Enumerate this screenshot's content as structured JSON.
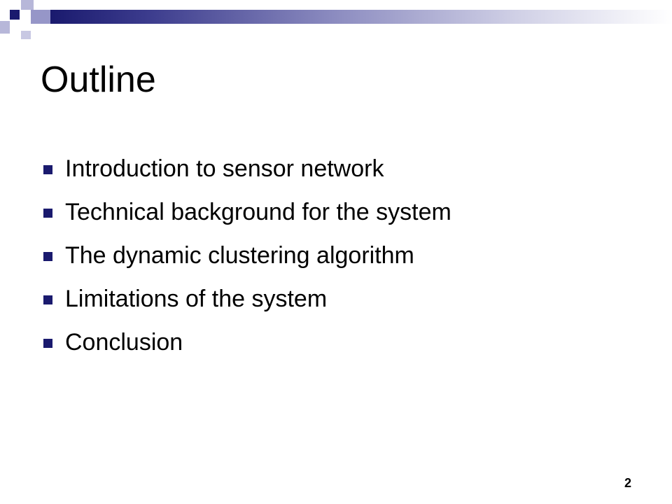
{
  "slide": {
    "title": "Outline",
    "bullets": [
      "Introduction to sensor network",
      "Technical background for the system",
      "The dynamic clustering algorithm",
      "Limitations of the system",
      "Conclusion"
    ],
    "page_number": "2"
  },
  "colors": {
    "accent": "#1a1a6e",
    "accent_light": "#b7b7d9",
    "background": "#ffffff",
    "text": "#000000"
  }
}
